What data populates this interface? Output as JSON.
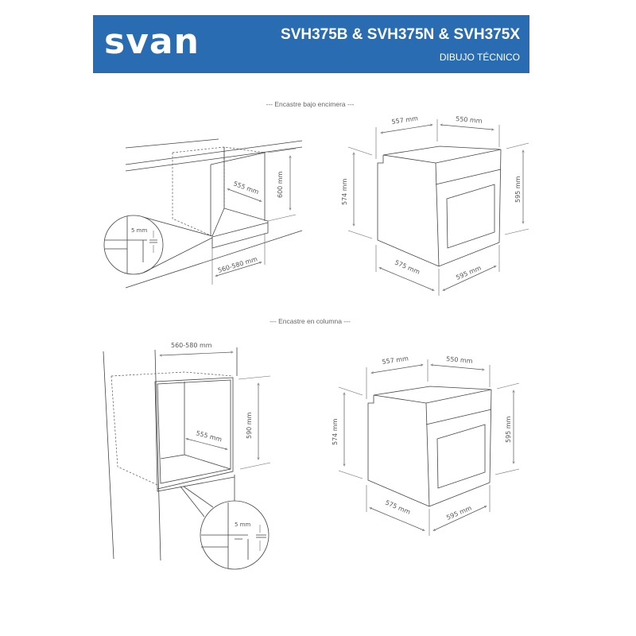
{
  "header": {
    "logo": "svan",
    "title": "SVH375B & SVH375N & SVH375X",
    "subtitle": "DIBUJO TÉCNICO",
    "color": "#2a6cb1"
  },
  "sections": {
    "under_counter": "--- Encastre bajo encimera ---",
    "column": "--- Encastre en columna ---"
  },
  "under_counter_niche": {
    "depth": "555 mm",
    "height": "600 mm",
    "width": "560-580 mm",
    "gap": "5 mm"
  },
  "column_niche": {
    "width": "560-580 mm",
    "height": "590 mm",
    "depth": "555 mm",
    "gap": "5 mm"
  },
  "oven_top": {
    "body_depth": "557 mm",
    "body_width": "550 mm",
    "body_height": "574 mm",
    "front_height": "595 mm",
    "total_depth": "575 mm",
    "front_width": "595 mm"
  },
  "oven_bottom": {
    "body_depth": "557 mm",
    "body_width": "550 mm",
    "body_height": "574 mm",
    "front_height": "595 mm",
    "total_depth": "575 mm",
    "front_width": "595 mm"
  }
}
